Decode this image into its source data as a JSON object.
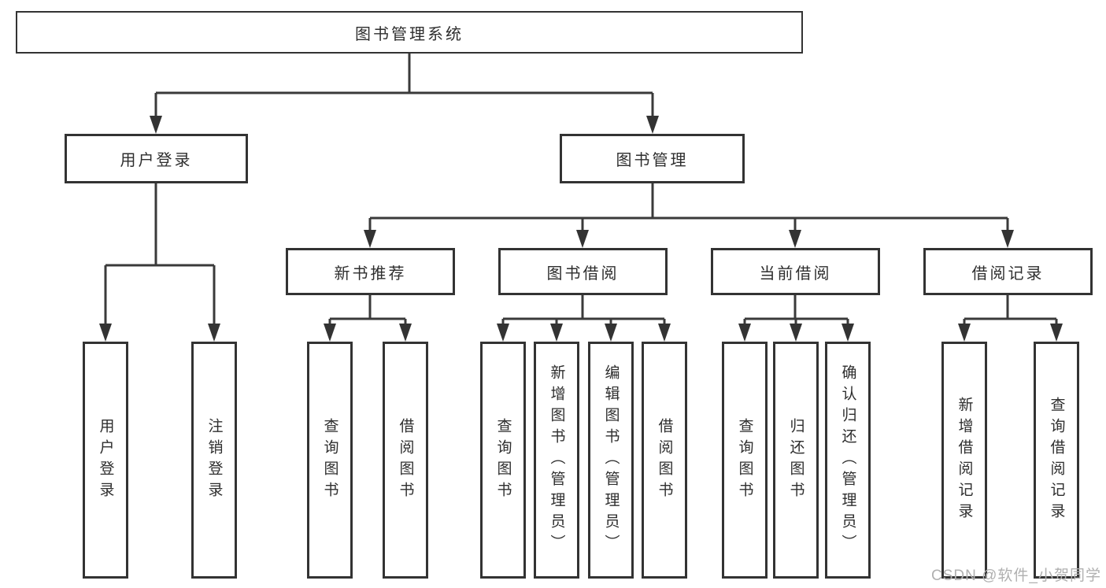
{
  "diagram": {
    "title": "图书管理系统",
    "level2": {
      "user_login": "用户登录",
      "book_mgmt": "图书管理"
    },
    "level3": {
      "new_book": "新书推荐",
      "book_borrow": "图书借阅",
      "current_borrow": "当前借阅",
      "borrow_records": "借阅记录"
    },
    "leaves": {
      "user_login": [
        "用户登录",
        "注销登录"
      ],
      "new_book": [
        "查询图书",
        "借阅图书"
      ],
      "book_borrow": [
        "查询图书",
        "新增图书（管理员）",
        "编辑图书（管理员）",
        "借阅图书"
      ],
      "current_borrow": [
        "查询图书",
        "归还图书",
        "确认归还（管理员）"
      ],
      "borrow_records": [
        "新增借阅记录",
        "查询借阅记录"
      ]
    }
  },
  "watermark": "CSDN @软件_小贺同学",
  "colors": {
    "line": "#3a3a3a",
    "border": "#333333",
    "text": "#2e2e2e",
    "watermark": "#b0b0b0",
    "background": "#ffffff"
  }
}
